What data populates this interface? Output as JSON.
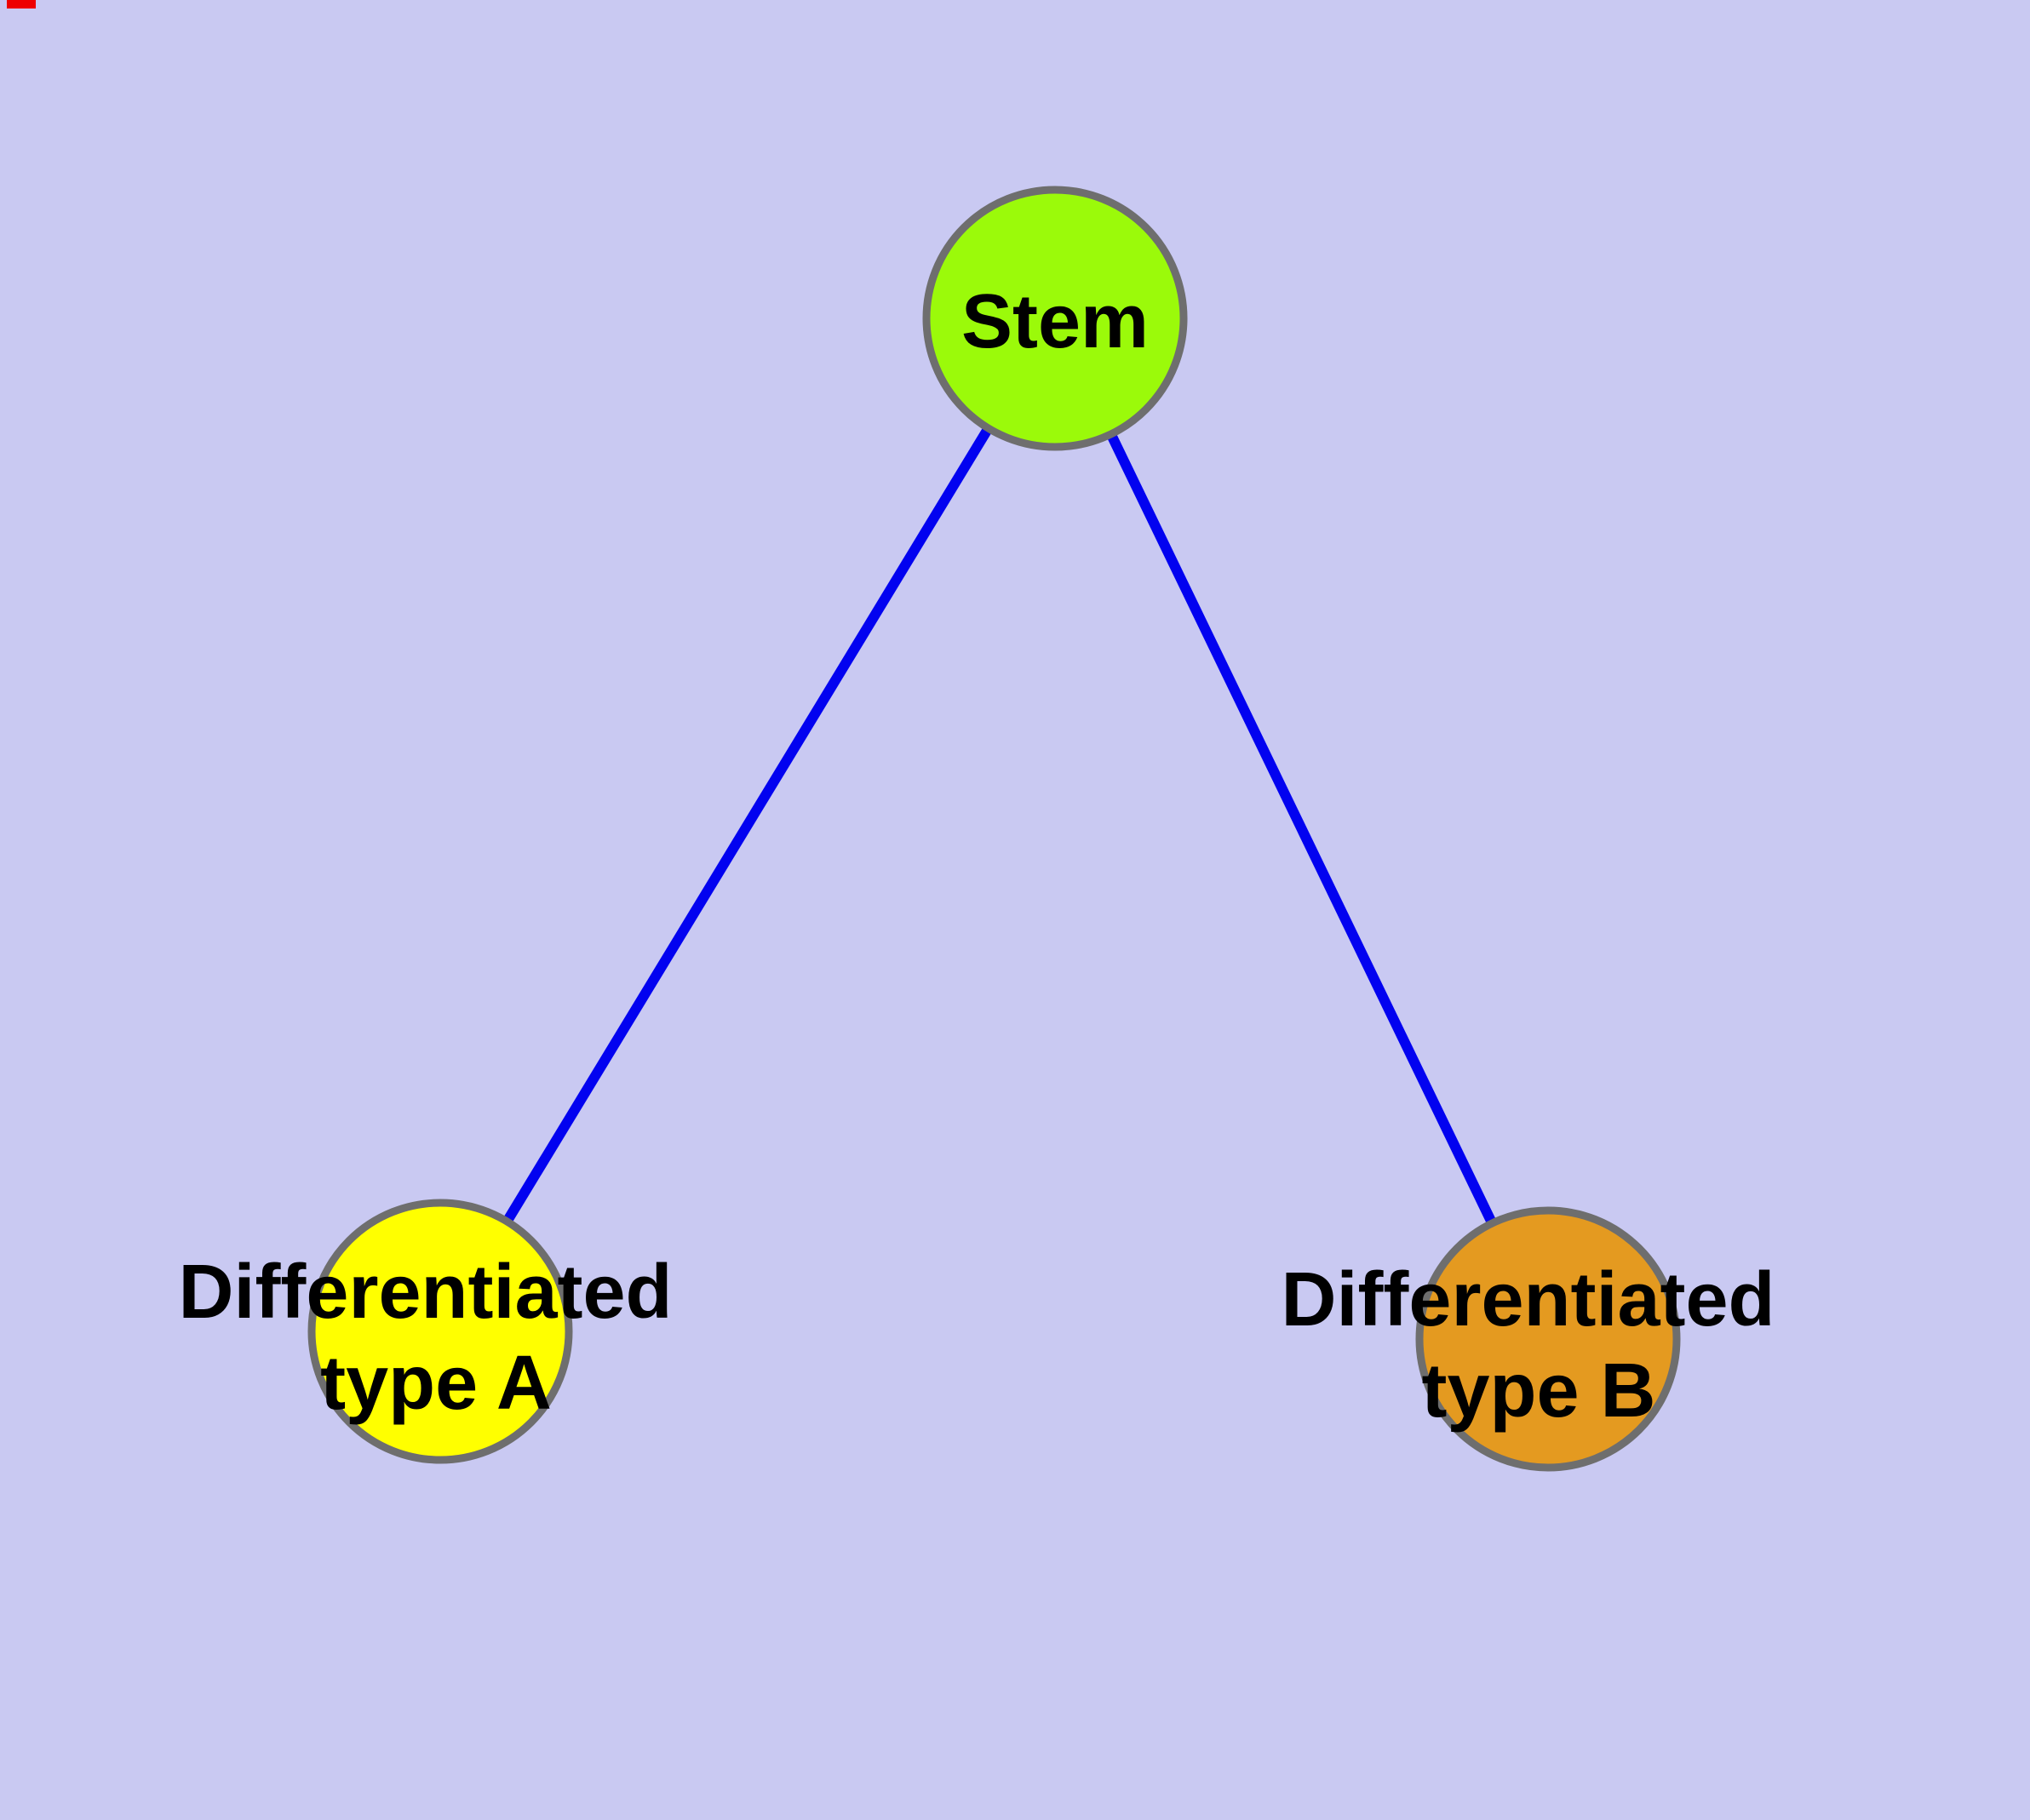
{
  "diagram": {
    "type": "node-link-graph",
    "background_color": "#C9C9F2",
    "top_left_artifact_color": "#EE0000",
    "node_border_color": "#6E6E6E",
    "edge_color": "#0202F0",
    "label_color": "#000000",
    "nodes": [
      {
        "id": "stem",
        "label": "Stem",
        "line1": "Stem",
        "line2": "",
        "color": "#9BFA0A"
      },
      {
        "id": "differentiated-type-a",
        "label": "Differentiated type A",
        "line1": "Differentiated",
        "line2": "type A",
        "color": "#FFFF00"
      },
      {
        "id": "differentiated-type-b",
        "label": "Differentiated type B",
        "line1": "Differentiated",
        "line2": "type B",
        "color": "#E49A20"
      }
    ],
    "edges": [
      {
        "from": "Stem",
        "to": "Differentiated type A"
      },
      {
        "from": "Stem",
        "to": "Differentiated type B"
      }
    ]
  }
}
